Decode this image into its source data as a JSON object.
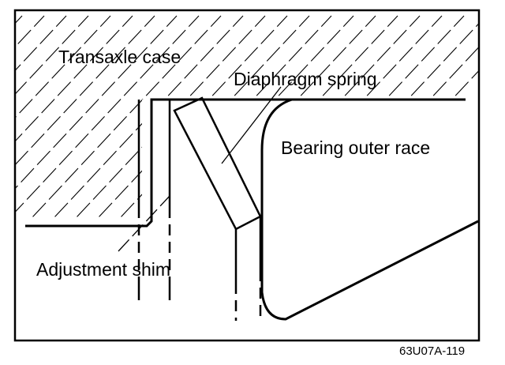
{
  "labels": {
    "case": "Transaxle case",
    "spring": "Diaphragm spring",
    "race": "Bearing outer race",
    "shim": "Adjustment shim"
  },
  "figure_code": "63U07A-119",
  "colors": {
    "ink": "#000000",
    "paper": "#ffffff"
  }
}
